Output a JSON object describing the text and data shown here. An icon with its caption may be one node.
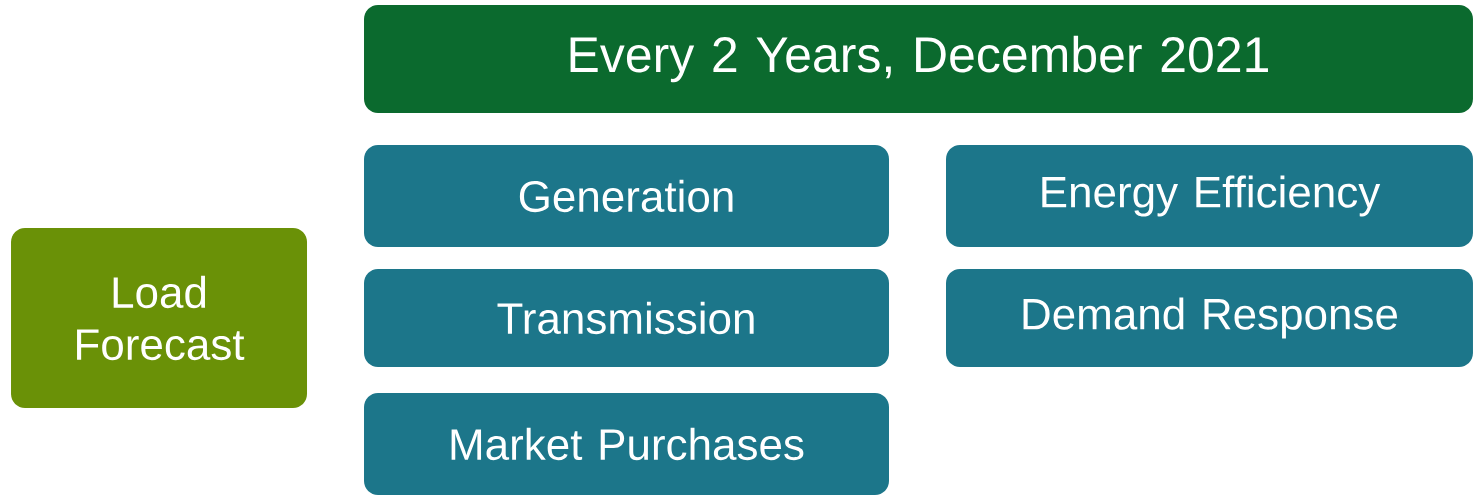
{
  "diagram": {
    "nodes": [
      {
        "text": [
          "Every 2 Years, December 2021"
        ]
      },
      {
        "text": [
          "Load Forecast"
        ]
      },
      {
        "text": [
          "Generation"
        ]
      },
      {
        "text": [
          "Energy Efficiency"
        ]
      },
      {
        "text": [
          "Transmission"
        ]
      },
      {
        "text": [
          "Demand Response"
        ]
      },
      {
        "text": [
          "Market Purchases"
        ]
      }
    ]
  }
}
